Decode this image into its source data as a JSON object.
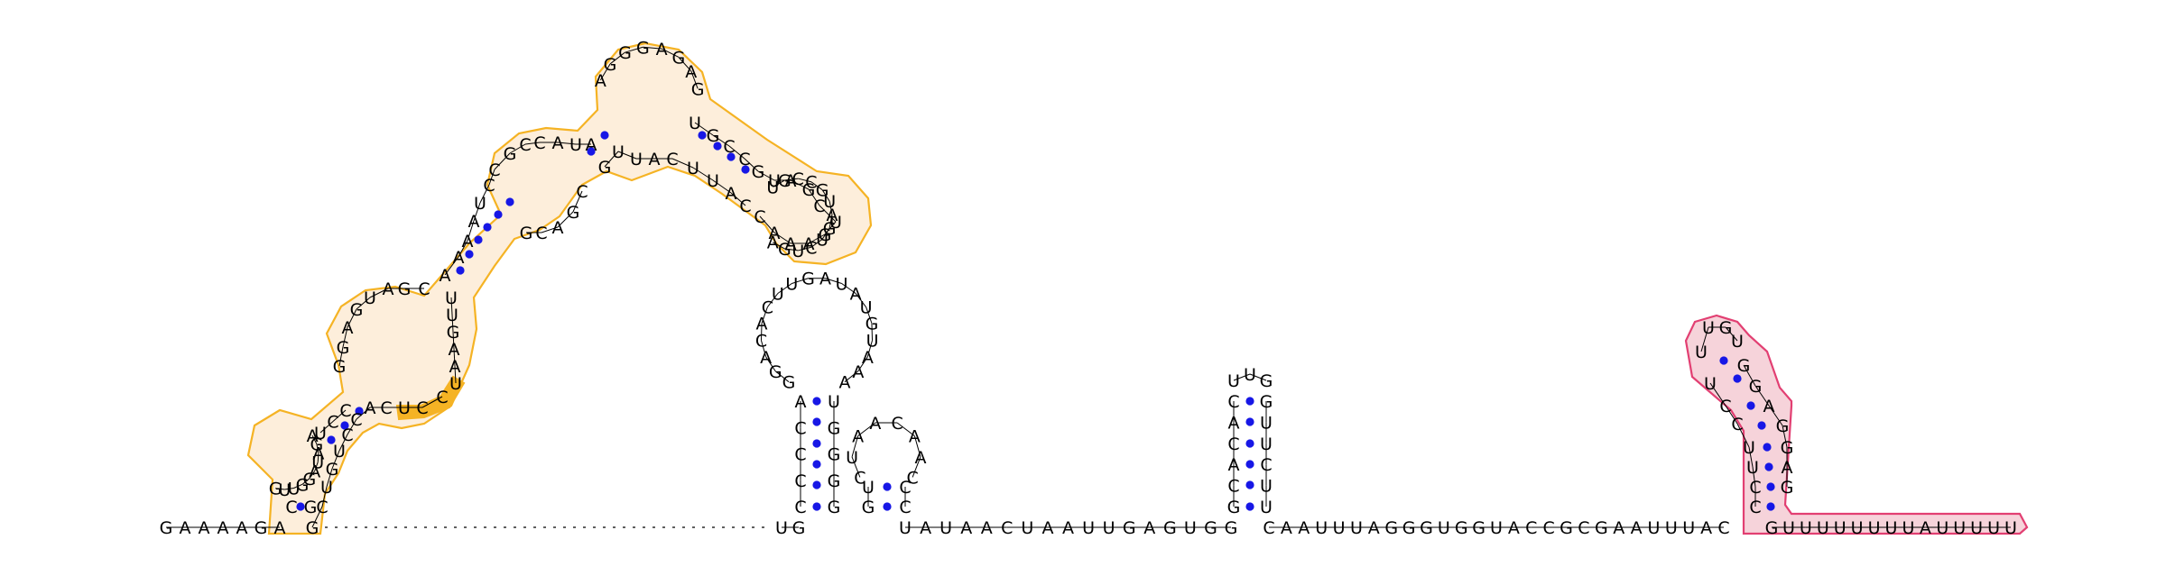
{
  "colors": {
    "pair_dot": "#1717e6",
    "highlight_orange_stroke": "#f5b324",
    "highlight_orange_fill": "#fdeedb",
    "highlight_pink_stroke": "#e23f72",
    "highlight_pink_fill": "#f6d3da",
    "text": "#000000"
  },
  "baseline": {
    "prefix": "GAAAAGA",
    "after_gap": "UG",
    "linker": "UAUAACUAAUUGAGUGG",
    "linker2": "CAAUUUAGGGUGGUACCGCGAAUUUAC",
    "tail": "GUUUUUUUUAUUUUU"
  },
  "domains": {
    "orange": {
      "stem1": {
        "left": "C",
        "right": "G"
      },
      "loop1": "GUUGGAUAGA",
      "asym_inner": "UCC",
      "asym_right": "GCUGUCCACUCC",
      "right_arm": "UAAGUU",
      "upper_left": "GGAGUAGC",
      "mid_loop": "AAAAUCCGCCAUA",
      "mid_inner": "GCAGC",
      "top_loop": "AGGGAGAG",
      "arm_pairs": "UGCCGUAGCUGAAAC",
      "hairpin_loop": "UGCCGUAGUCUGA",
      "return_strand": "CAUUCAUUG"
    },
    "pink": {
      "stem_left": "CCUUCCU",
      "loop": "UUGU",
      "stem_right": "GGAGGAG"
    }
  },
  "hairpin_a": {
    "stem_left": "CCCCA",
    "stem_right": "GGGGU",
    "loop": "GGACACUUGAUAUGUAAA"
  },
  "hairpin_b": {
    "stem_left": "GU",
    "stem_right": "CC",
    "loop": "CUAACAAC"
  },
  "hairpin_c": {
    "stem_left": "GCACAC",
    "stem_right": "UUCUUG",
    "loop": "UUG"
  }
}
